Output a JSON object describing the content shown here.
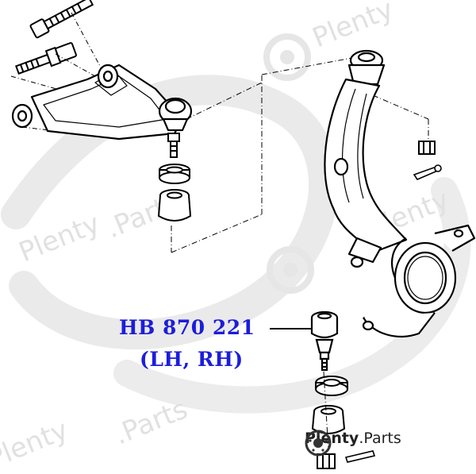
{
  "callout": {
    "part_number": "HB 870 221",
    "side": "(LH, RH)",
    "color": "#1d1ddb"
  },
  "watermark": {
    "brand_strong": "Plenty",
    "brand_rest": ".Parts",
    "icon": "brake-disc-icon",
    "color": "#cfcfcf"
  },
  "drawing": {
    "line_color": "#000000",
    "leader_line": "dash-dot"
  }
}
